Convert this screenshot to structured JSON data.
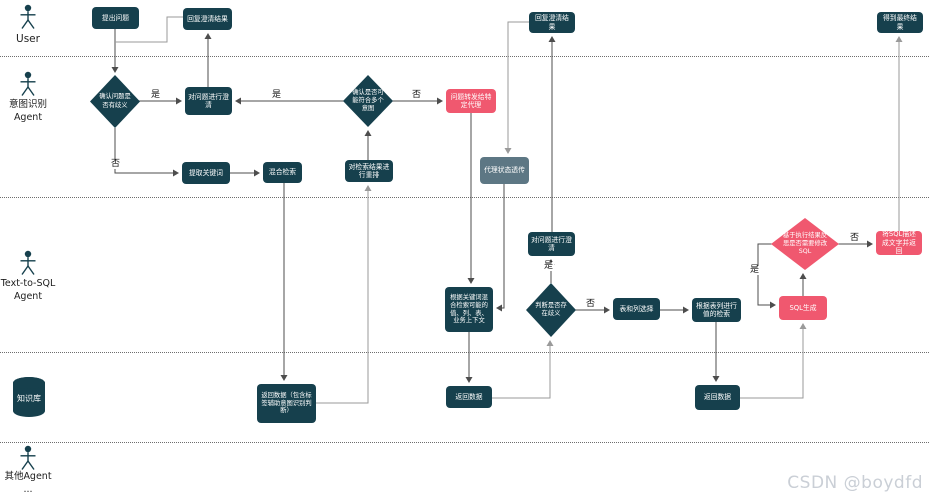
{
  "colors": {
    "dark": "#16404d",
    "pink": "#f0586f",
    "gray": "#5d7784",
    "line": "#4d4d4d",
    "softline": "#9a9a9a",
    "watermark": "#cacfd6"
  },
  "lanes": {
    "user": {
      "label": "User"
    },
    "intent": {
      "label_line1": "意图识别",
      "label_line2": "Agent"
    },
    "t2sql": {
      "label_line1": "Text-to-SQL",
      "label_line2": "Agent"
    },
    "kb": {
      "label": "知识库"
    },
    "other": {
      "label": "其他Agent",
      "ellipsis": "..."
    }
  },
  "labels": {
    "yes": "是",
    "no": "否"
  },
  "nodes": {
    "ask": "提出问题",
    "reply_clarify_left": "回复澄清结果",
    "reply_clarify_right": "回复澄清结果",
    "final_result": "得到最终结果",
    "d_ambiguous": "确认问题是否有歧义",
    "clarify_intent": "对问题进行澄清",
    "d_multi_intent": "确认是否可能符合多个意图",
    "forward_agent": "问题转发给特定代理",
    "extract_keywords": "提取关键词",
    "hybrid_search": "混合检索",
    "rerank": "对检索结果进行重排",
    "proxy_status": "代理状态透传",
    "clarify_t2s": "对问题进行澄清",
    "d_ambiguity_t2s": "判断是否存在歧义",
    "kw_retrieve": "根据关键词混合检索可能的值、列、表、业务上下文",
    "table_col_select": "表和列选择",
    "value_retrieve": "根据表列进行值的检索",
    "sql_gen": "SQL生成",
    "d_reflect": "基于执行结果反思是否需要修改SQL",
    "sql_describe": "将SQL描述成文字并返回",
    "return_data_tagged": "返回数据（包含标签辅助意图识别判断）",
    "return_data_mid": "返回数据",
    "return_data_right": "返回数据"
  },
  "watermark": "CSDN @boydfd"
}
